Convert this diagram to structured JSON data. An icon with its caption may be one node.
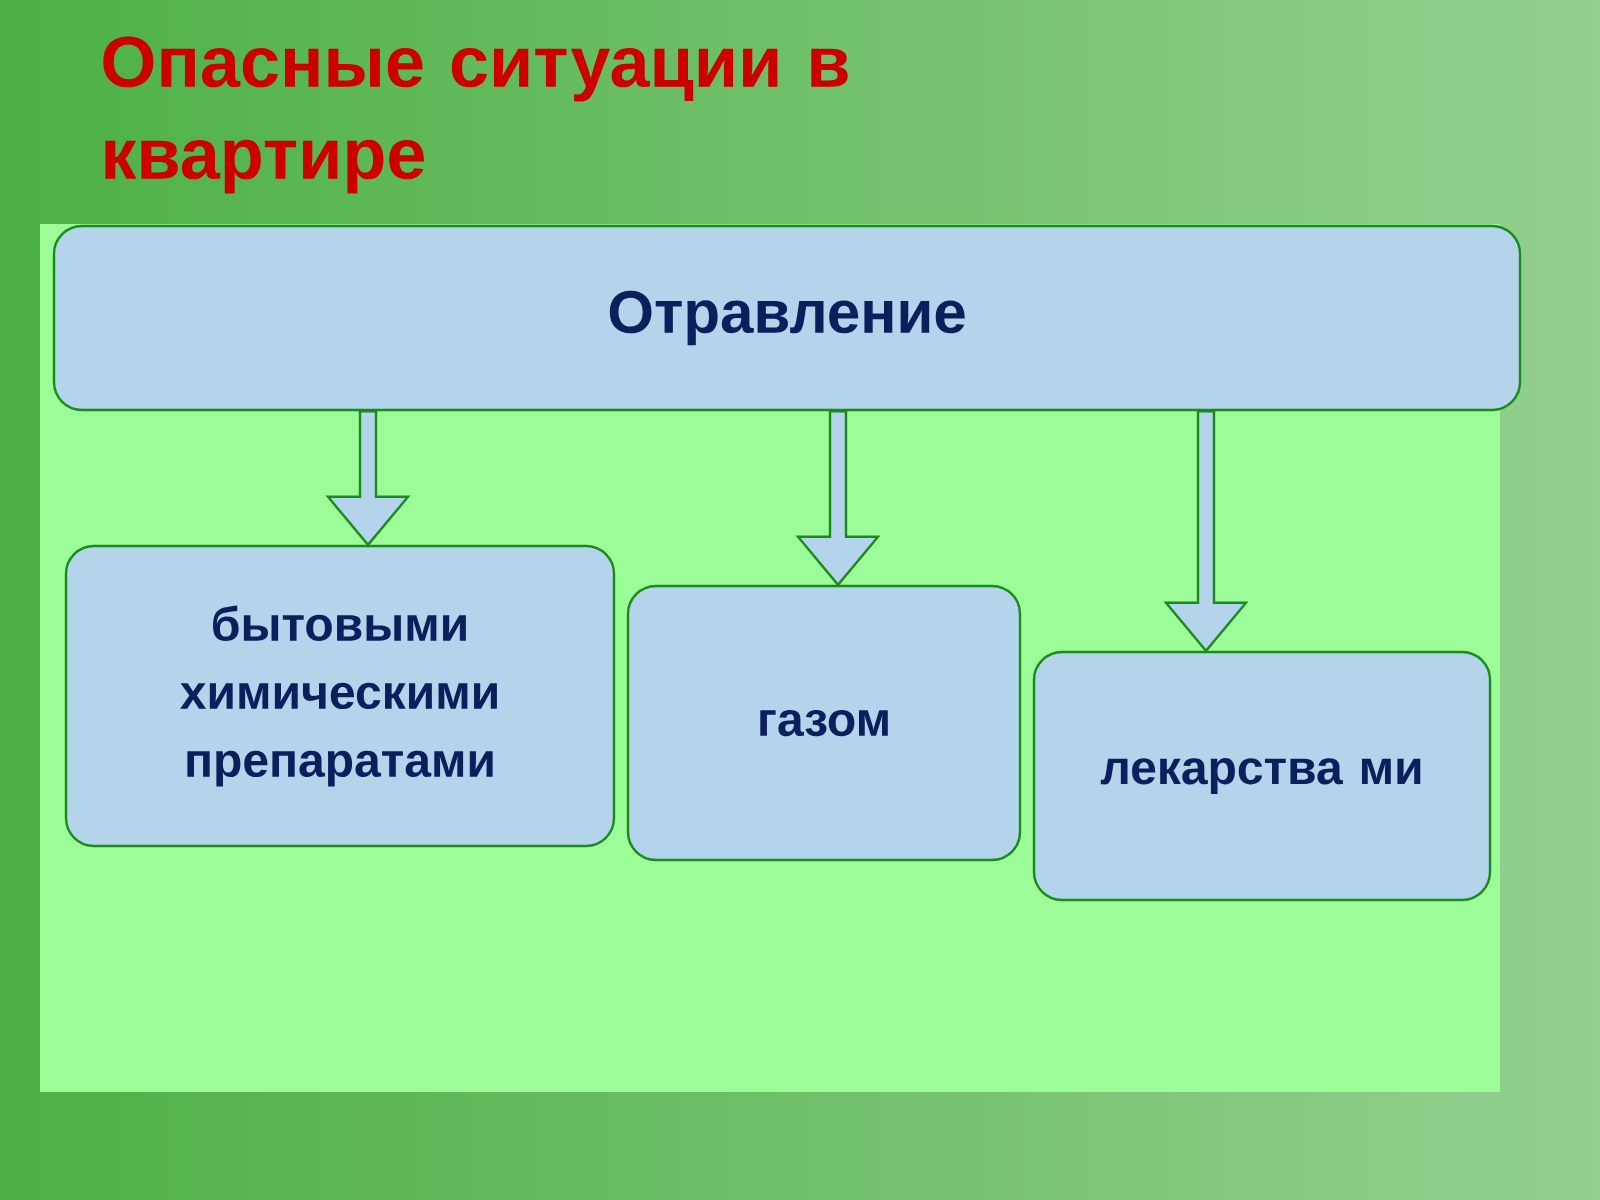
{
  "diagram": {
    "title": "Опасные ситуации в квартире",
    "nodes": [
      {
        "text": [
          "Отравление"
        ]
      },
      {
        "text": [
          "бытовыми химическими препаратами"
        ]
      },
      {
        "text": [
          "газом"
        ]
      },
      {
        "text": [
          "лекарства ми"
        ]
      }
    ],
    "edges": [
      {
        "from": 0,
        "to": 1,
        "arrow": "to"
      },
      {
        "from": 0,
        "to": 2,
        "arrow": "to"
      },
      {
        "from": 0,
        "to": 3,
        "arrow": "to"
      }
    ]
  }
}
